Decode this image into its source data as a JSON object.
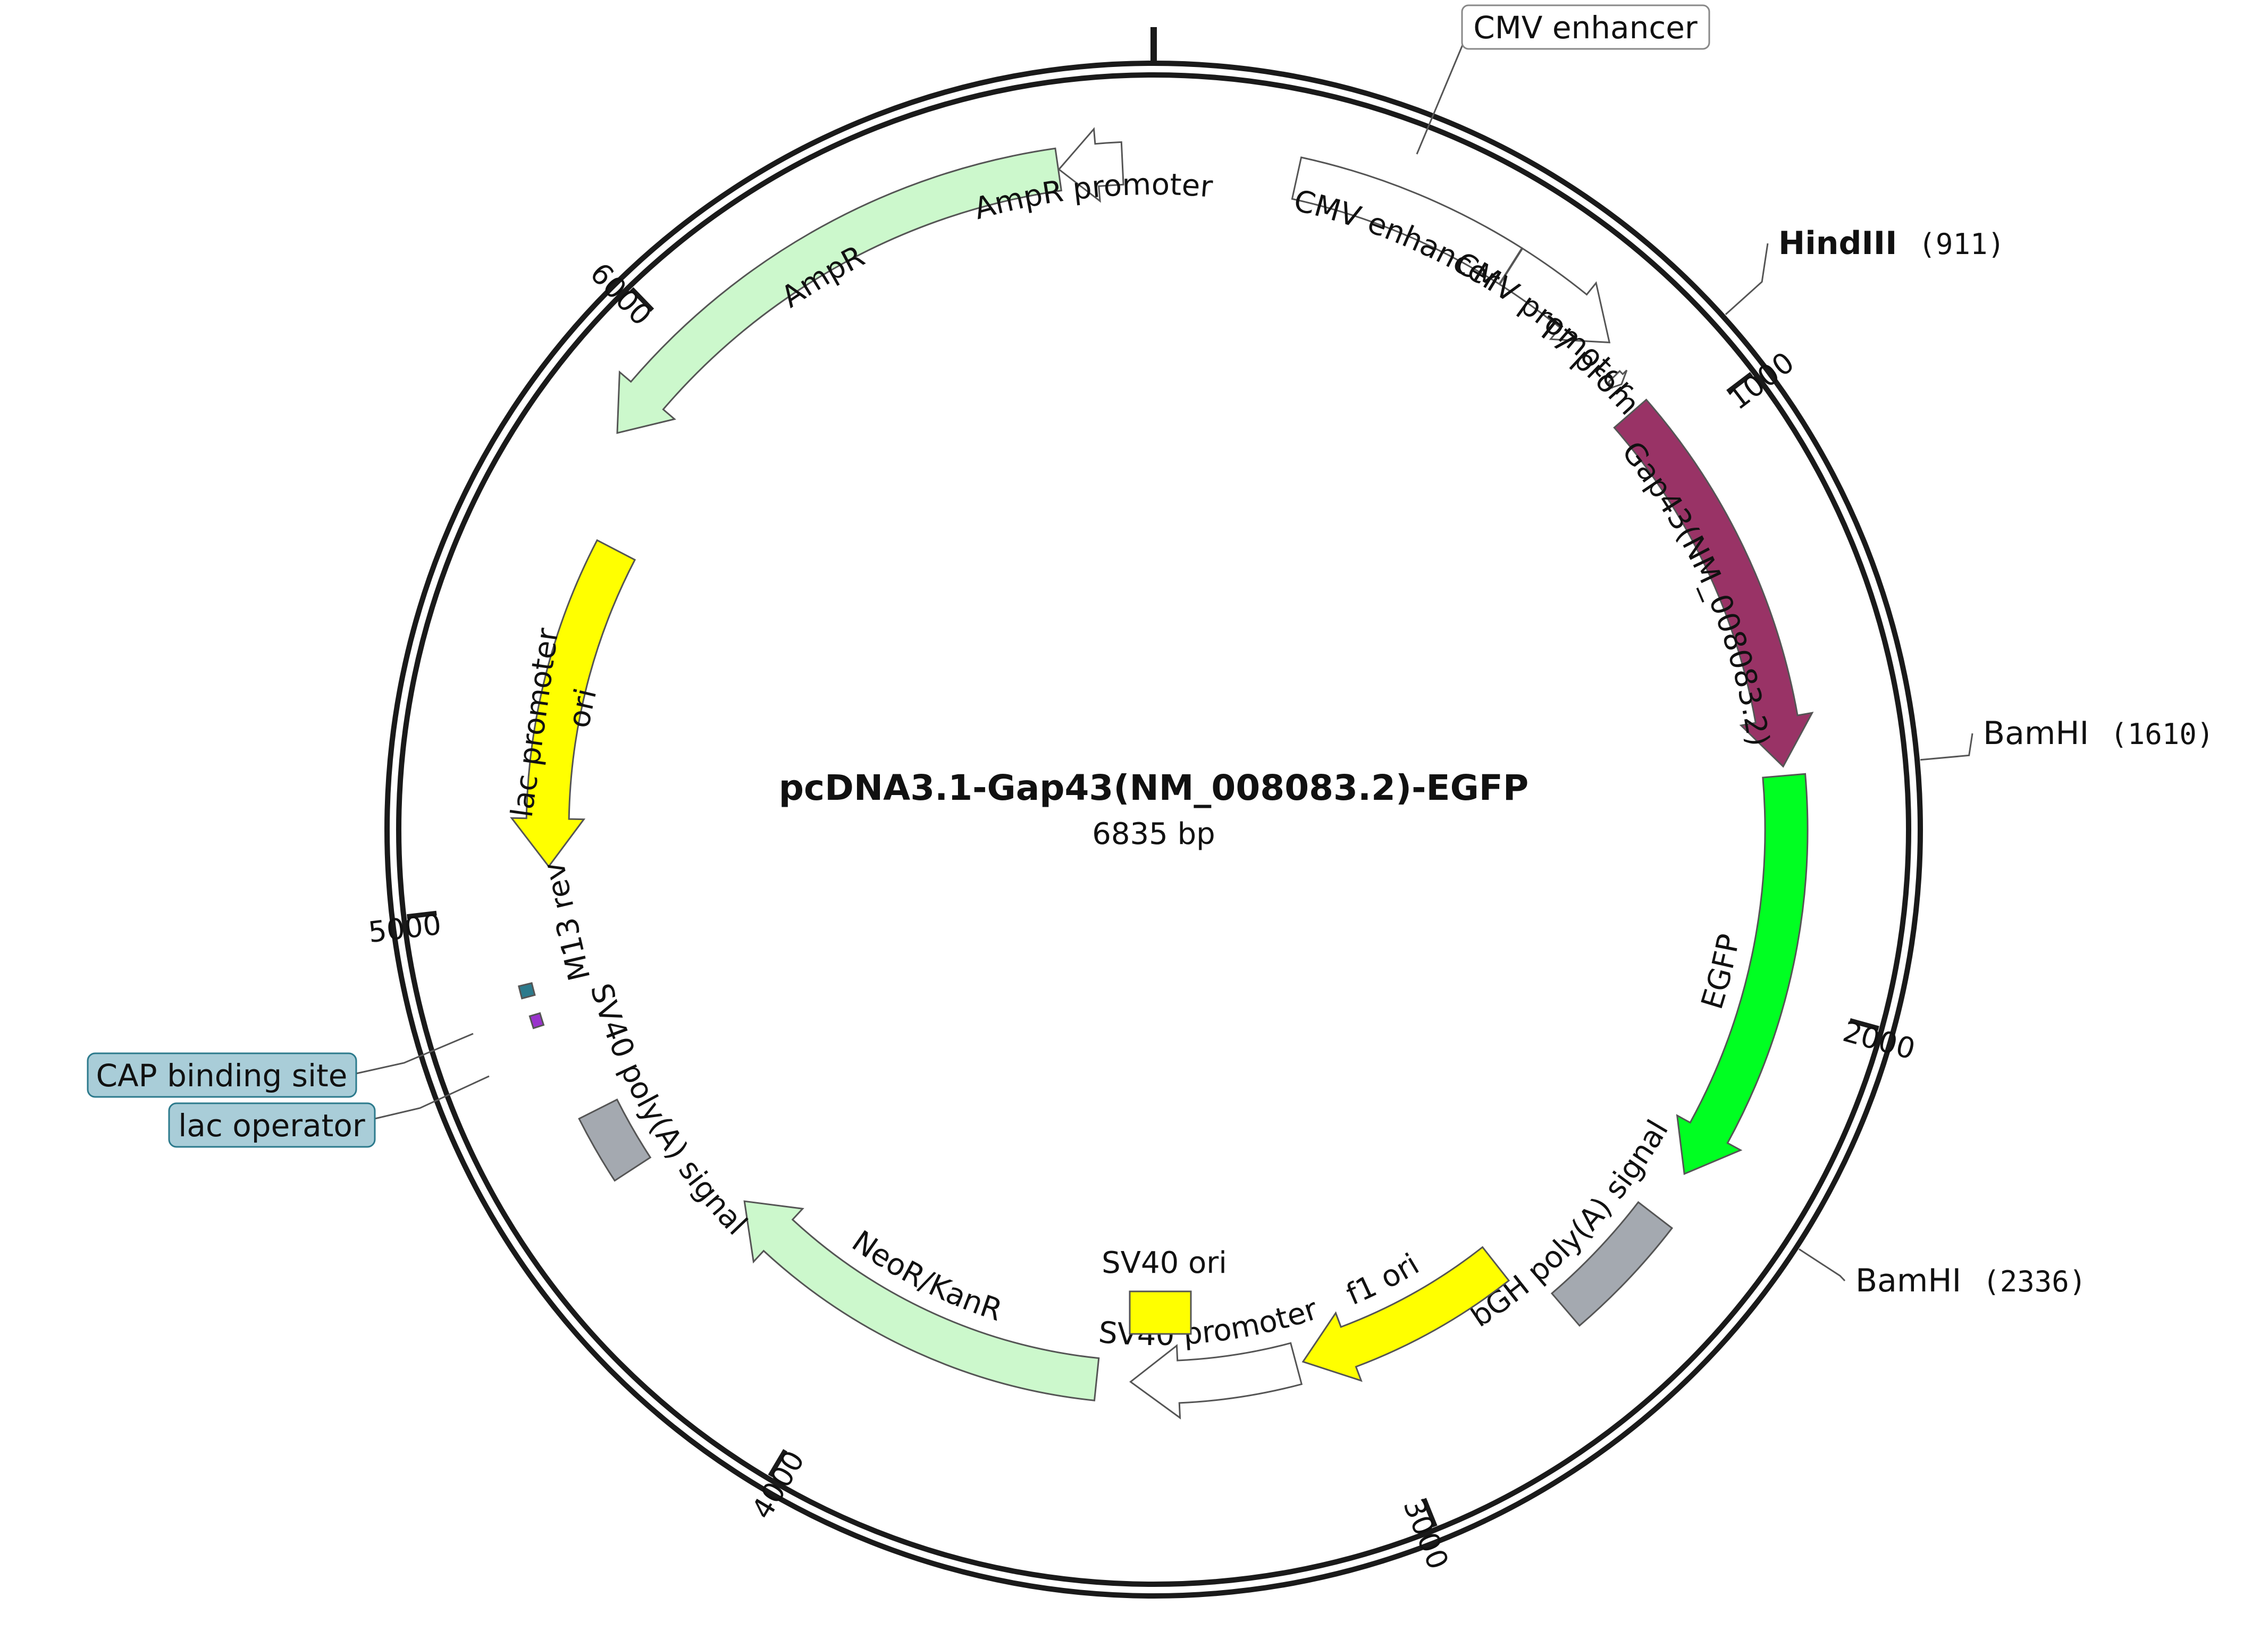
{
  "plasmid": {
    "name": "pcDNA3.1-Gap43(NM_008083.2)-EGFP",
    "size_label": "6835 bp",
    "length": 6835
  },
  "colors": {
    "backbone": "#1a1a1a",
    "AmpR": "#ccf8cc",
    "ori": "#ffff00",
    "Gap43": "#993366",
    "EGFP": "#00ff22",
    "polyA": "#a4a9b0",
    "promoter": "#ffffff",
    "CAP": "#2c7a8c",
    "lacop": "#9933cc",
    "callout_fill": "#a9cdd8",
    "callout_stroke": "#2c7a8c"
  },
  "ticks": [
    {
      "pos": 1000,
      "label": "1000"
    },
    {
      "pos": 2000,
      "label": "2000"
    },
    {
      "pos": 3000,
      "label": "3000"
    },
    {
      "pos": 4000,
      "label": "4000"
    },
    {
      "pos": 5000,
      "label": "5000"
    },
    {
      "pos": 6000,
      "label": "6000"
    }
  ],
  "features": [
    {
      "id": "cmv-enhancer",
      "label": "CMV enhancer",
      "start": 235,
      "end": 614,
      "dir": 1,
      "color": "#ffffff",
      "arrow": false
    },
    {
      "id": "cmv-promoter",
      "label": "CMV promoter",
      "start": 615,
      "end": 818,
      "dir": 1,
      "color": "#ffffff",
      "arrow": true
    },
    {
      "id": "t7-promoter",
      "label": "T7 promoter",
      "start": 863,
      "end": 881,
      "dir": 1,
      "color": "#ffffff",
      "arrow": true
    },
    {
      "id": "gap43",
      "label": "Gap43(NM_008083.2)",
      "start": 928,
      "end": 1600,
      "dir": 1,
      "color": "#993366",
      "arrow": true
    },
    {
      "id": "egfp",
      "label": "EGFP",
      "start": 1616,
      "end": 2335,
      "dir": 1,
      "color": "#00ff22",
      "arrow": true
    },
    {
      "id": "bgh-polya",
      "label": "bGH poly(A) signal",
      "start": 2422,
      "end": 2646,
      "dir": 0,
      "color": "#a4a9b0",
      "arrow": false
    },
    {
      "id": "f1-ori",
      "label": "f1 ori",
      "start": 2692,
      "end": 3120,
      "dir": 1,
      "color": "#ffff00",
      "arrow": true
    },
    {
      "id": "sv40-promoter",
      "label": "SV40 promoter",
      "start": 3134,
      "end": 3463,
      "dir": 1,
      "color": "#ffffff",
      "arrow": true
    },
    {
      "id": "neor-kanr",
      "label": "NeoR/KanR",
      "start": 3530,
      "end": 4324,
      "dir": 1,
      "color": "#ccf8cc",
      "arrow": true
    },
    {
      "id": "sv40-polya",
      "label": "SV40 poly(A) signal",
      "start": 4498,
      "end": 4619,
      "dir": 0,
      "color": "#a4a9b0",
      "arrow": false
    },
    {
      "id": "lac-operator-feat",
      "label": "",
      "start": 4789,
      "end": 4810,
      "dir": 0,
      "color": "#9933cc",
      "arrow": false
    },
    {
      "id": "cap-site-feat",
      "label": "",
      "start": 4842,
      "end": 4863,
      "dir": 0,
      "color": "#2c7a8c",
      "arrow": false
    },
    {
      "id": "ori",
      "label": "ori",
      "start": 5060,
      "end": 5648,
      "dir": -1,
      "color": "#ffff00",
      "arrow": true
    },
    {
      "id": "ampr",
      "label": "AmpR",
      "start": 5819,
      "end": 6679,
      "dir": -1,
      "color": "#ccf8cc",
      "arrow": true
    },
    {
      "id": "ampr-promoter",
      "label": "AmpR promoter",
      "start": 6680,
      "end": 6784,
      "dir": -1,
      "color": "#ffffff",
      "arrow": true
    }
  ],
  "inner_labels": {
    "m13_rev": "M13 rev",
    "lac_promoter": "lac promoter",
    "sv40_ori": "SV40 ori"
  },
  "sites": [
    {
      "name": "HindIII",
      "pos_label": "(911)",
      "pos": 911,
      "bold": true
    },
    {
      "name": "BamHI",
      "pos_label": "(1610)",
      "pos": 1610,
      "bold": false
    },
    {
      "name": "BamHI",
      "pos_label": "(2336)",
      "pos": 2336,
      "bold": false
    }
  ],
  "callouts": [
    {
      "id": "cmv-enhancer-callout",
      "text": "CMV enhancer"
    },
    {
      "id": "cap-binding-site",
      "text": "CAP binding site"
    },
    {
      "id": "lac-operator",
      "text": "lac operator"
    }
  ]
}
